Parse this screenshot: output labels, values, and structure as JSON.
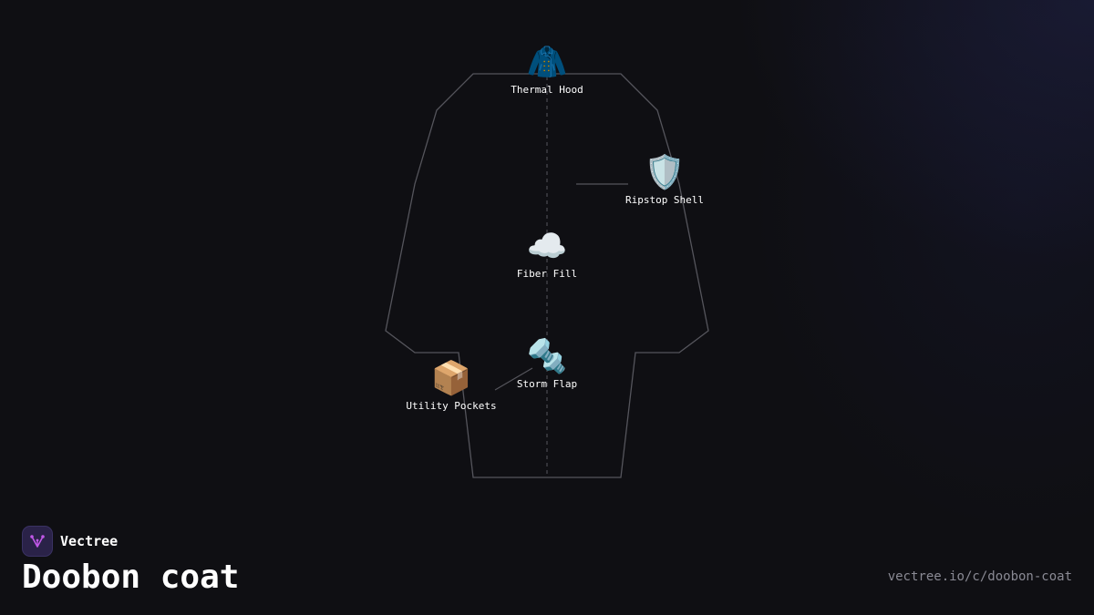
{
  "brand": {
    "name": "Vectree",
    "logo_icon": "vectree-logo-icon",
    "logo_bg_color": "#2a2248",
    "logo_accent_color": "#c158e8"
  },
  "page": {
    "title": "Doobon coat",
    "url": "vectree.io/c/doobon-coat"
  },
  "diagram": {
    "outline_color": "#55555c",
    "axis_color": "#4a4a52",
    "nodes": [
      {
        "id": "thermal-hood",
        "label": "Thermal Hood",
        "icon": "coat-icon",
        "glyph": "🧥"
      },
      {
        "id": "ripstop-shell",
        "label": "Ripstop Shell",
        "icon": "shield-icon",
        "glyph": "🛡️"
      },
      {
        "id": "fiber-fill",
        "label": "Fiber Fill",
        "icon": "cloud-icon",
        "glyph": "☁️"
      },
      {
        "id": "storm-flap",
        "label": "Storm Flap",
        "icon": "bolt-nut-icon",
        "glyph": "🔩"
      },
      {
        "id": "utility-pockets",
        "label": "Utility Pockets",
        "icon": "package-icon",
        "glyph": "📦"
      }
    ],
    "connections": [
      {
        "from": "fiber-fill",
        "to": "ripstop-shell"
      },
      {
        "from": "storm-flap",
        "to": "utility-pockets"
      }
    ]
  }
}
